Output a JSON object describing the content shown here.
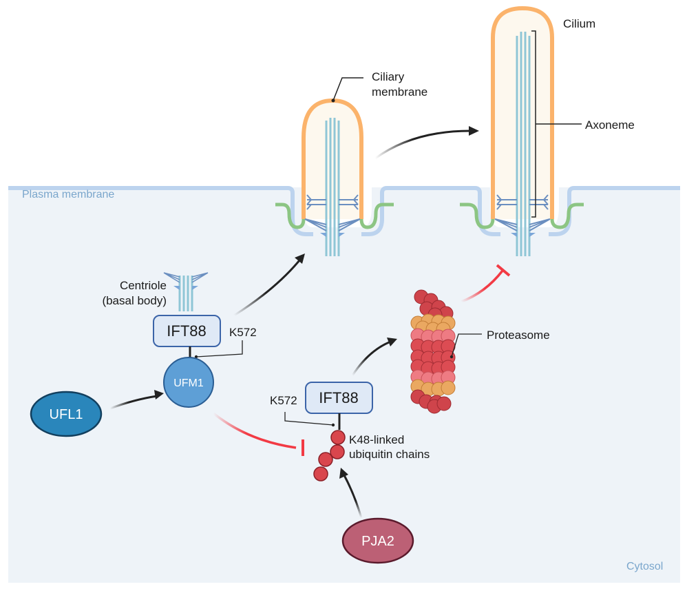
{
  "title": "UFL1-mediated UFMylation of IFT88 in ciliogenesis",
  "regions": {
    "plasma_membrane": "Plasma membrane",
    "cytosol": "Cytosol"
  },
  "labels": {
    "ciliary_membrane": "Ciliary membrane",
    "ciliary_membrane_line1": "Ciliary",
    "ciliary_membrane_line2": "membrane",
    "cilium": "Cilium",
    "axoneme": "Axoneme",
    "centriole_line1": "Centriole",
    "centriole_line2": "(basal body)",
    "proteasome": "Proteasome",
    "ubiquitin_line1": "K48-linked",
    "ubiquitin_line2": "ubiquitin chains",
    "k572_top": "K572",
    "k572_bottom": "K572"
  },
  "nodes": {
    "ift88_top": "IFT88",
    "ift88_bottom": "IFT88",
    "ufm1": "UFM1",
    "ufl1": "UFL1",
    "pja2": "PJA2"
  },
  "edges": [
    {
      "from": "UFL1",
      "to": "UFM1",
      "type": "activation"
    },
    {
      "from": "IFT88-UFM1",
      "to": "early cilium",
      "type": "activation"
    },
    {
      "from": "early cilium",
      "to": "Cilium",
      "type": "activation"
    },
    {
      "from": "UFM1",
      "to": "K48-linked ubiquitin chains",
      "type": "inhibition"
    },
    {
      "from": "PJA2",
      "to": "K48-linked ubiquitin chains",
      "type": "activation"
    },
    {
      "from": "IFT88-ubiquitin",
      "to": "Proteasome",
      "type": "activation"
    },
    {
      "from": "Proteasome",
      "to": "Cilium",
      "type": "inhibition"
    }
  ],
  "colors": {
    "cytosol_bg": "#eef3f8",
    "plasma_membrane": "#bcd3ee",
    "ciliary_membrane": "#fbb36b",
    "cilium_fill": "#fdf8ee",
    "transition_zone": "#8cc583",
    "axoneme": "#8fc6d6",
    "ufl1": "#2a86bb",
    "ufm1": "#5e9fd6",
    "pja2": "#bc6075",
    "ubiquitin": "#d9464d",
    "activation_arrow": "#222222",
    "inhibition_arrow": "#f23a44",
    "ift88_fill": "#dfe9f6",
    "ift88_border": "#3b64a8"
  }
}
